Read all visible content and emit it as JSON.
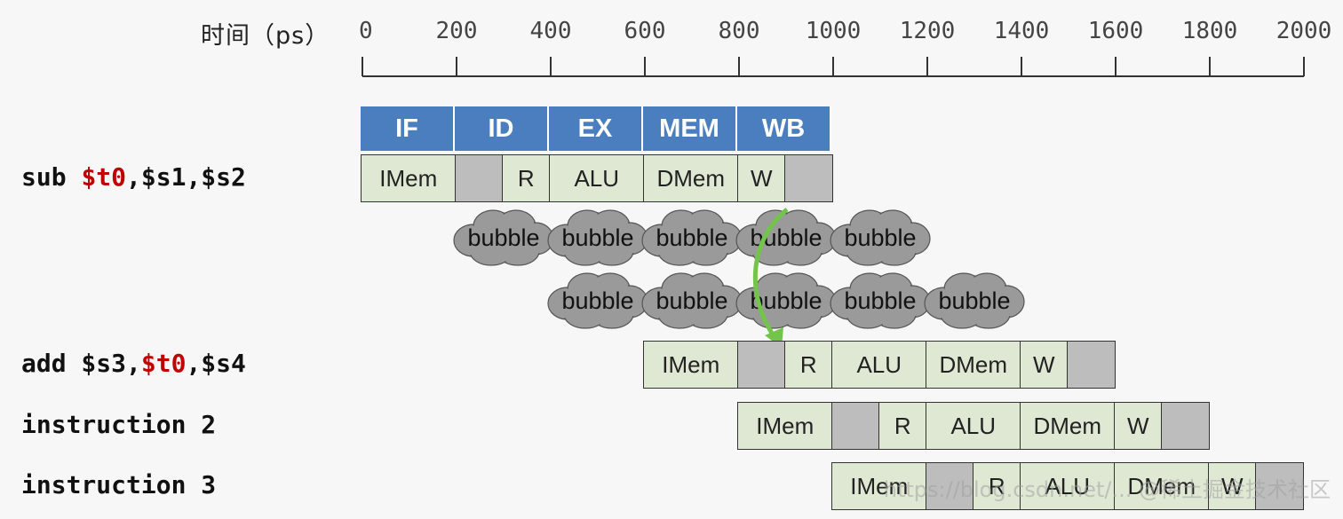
{
  "axis": {
    "title": "时间（ps）",
    "ticks": [
      "0",
      "200",
      "400",
      "600",
      "800",
      "1000",
      "1200",
      "1400",
      "1600",
      "1800",
      "2000"
    ]
  },
  "stages": [
    "IF",
    "ID",
    "EX",
    "MEM",
    "WB"
  ],
  "instructions": [
    {
      "parts": [
        {
          "t": "sub "
        },
        {
          "t": "$t0",
          "hl": true
        },
        {
          "t": ",$s1,$s2"
        }
      ]
    },
    {
      "parts": [
        {
          "t": "add $s3,"
        },
        {
          "t": "$t0",
          "hl": true
        },
        {
          "t": ",$s4"
        }
      ]
    },
    {
      "parts": [
        {
          "t": "instruction 2"
        }
      ]
    },
    {
      "parts": [
        {
          "t": "instruction 3"
        }
      ]
    }
  ],
  "pipeline_cells": [
    "IMem",
    "",
    "R",
    "ALU",
    "DMem",
    "W",
    ""
  ],
  "bubble_label": "bubble",
  "watermark": "https://blog.csdn.net/... @稀土掘金技术社区"
}
